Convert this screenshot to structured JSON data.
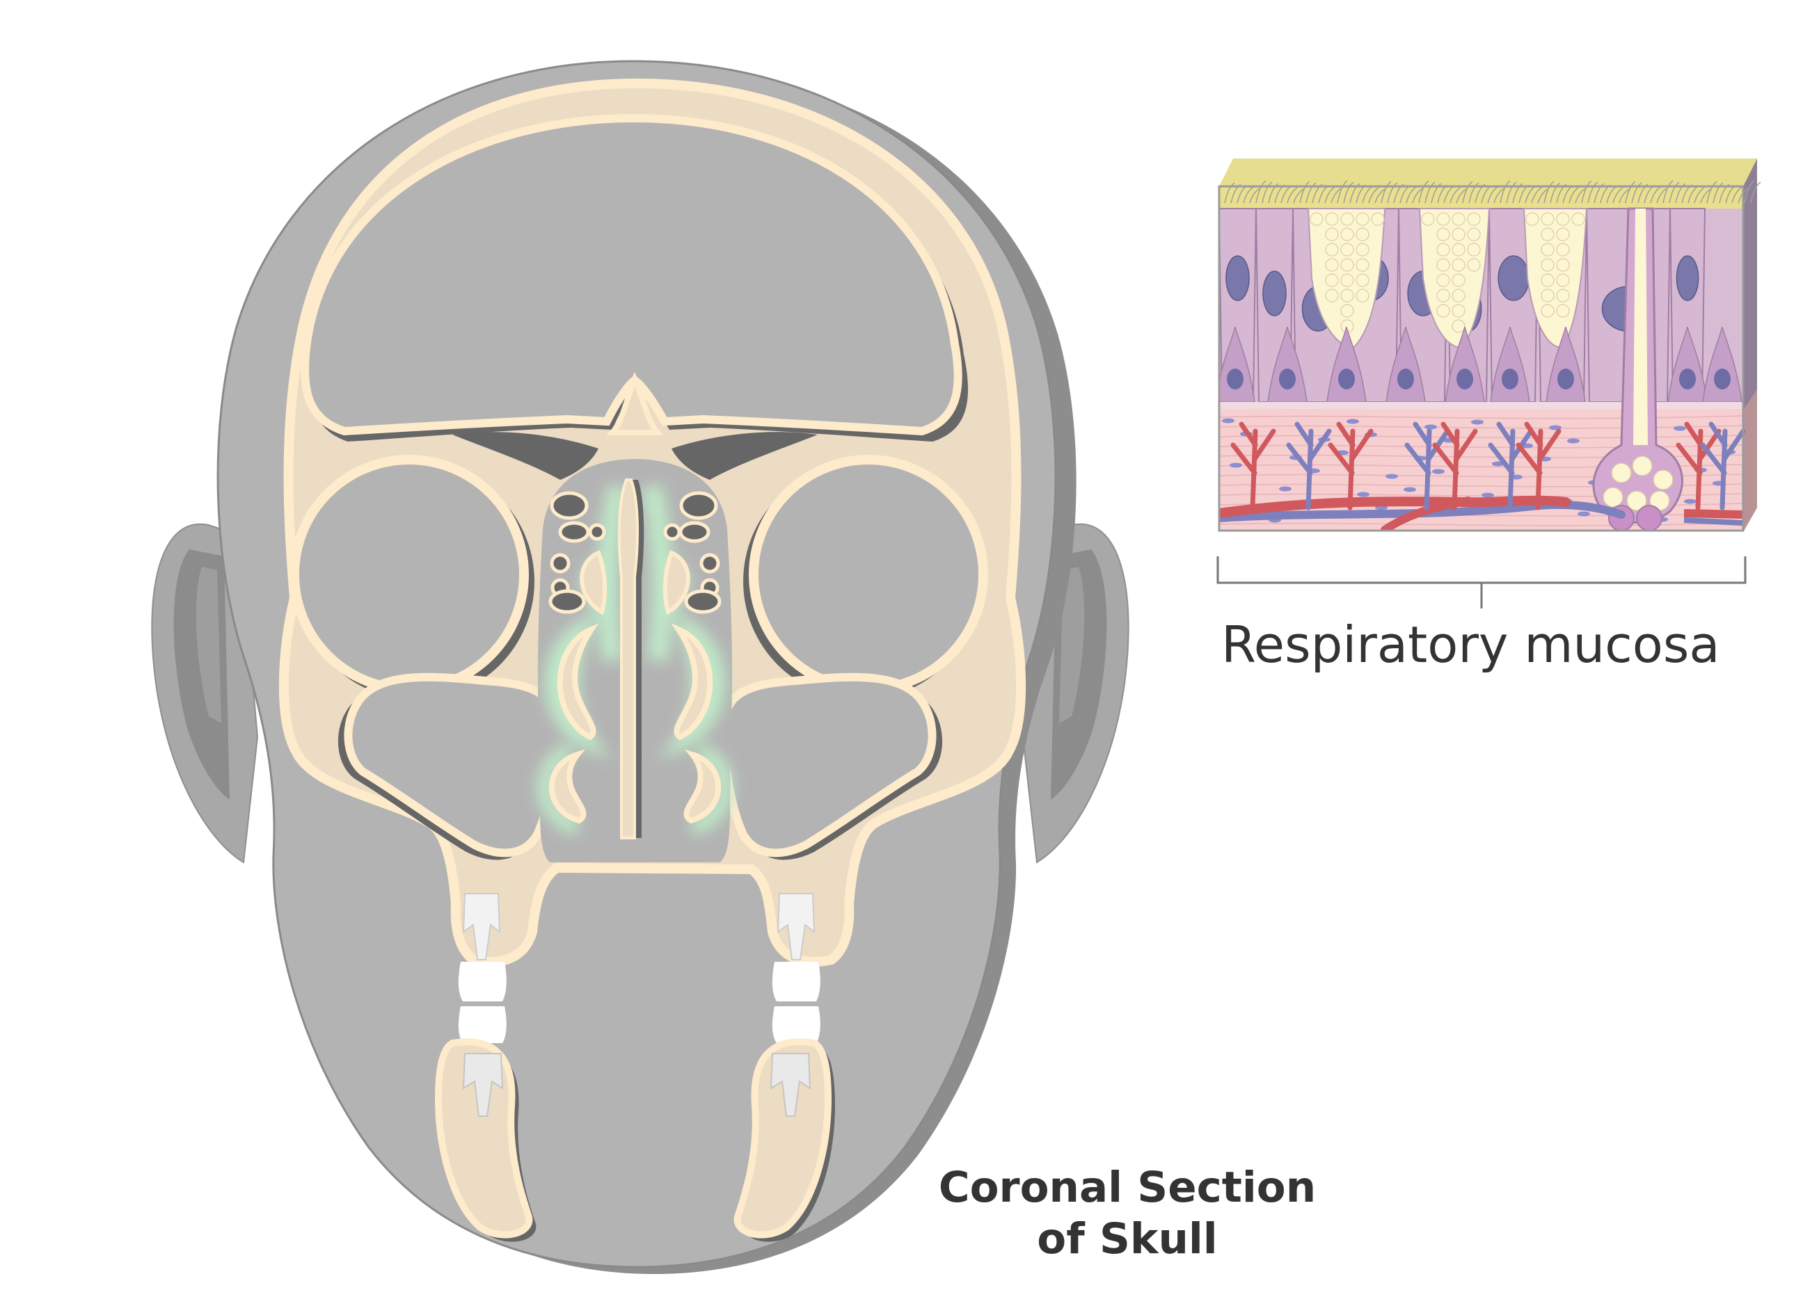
{
  "diagram": {
    "caption_line1": "Coronal Section",
    "caption_line2": "of Skull",
    "mucosa_label": "Respiratory mucosa"
  },
  "colors": {
    "head": "#b3b3b3",
    "head_shadow": "#8a8a8a",
    "bone": "#ecdcc3",
    "bone_rim": "#fdebcc",
    "cavity": "#b3b3b3",
    "cavity_shadow": "#636363",
    "mucosa_highlight": "#cdebd2",
    "teeth": "#ffffff",
    "ciliated_cells": "#d8bcd4",
    "nuclei": "#7a78aa",
    "goblet_mucus": "#fdf6d2",
    "lamina_propria": "#f6cfd1",
    "artery": "#d0595e",
    "vein": "#7d80bd",
    "cilia_band": "#e7dd8f",
    "text": "#333333"
  }
}
